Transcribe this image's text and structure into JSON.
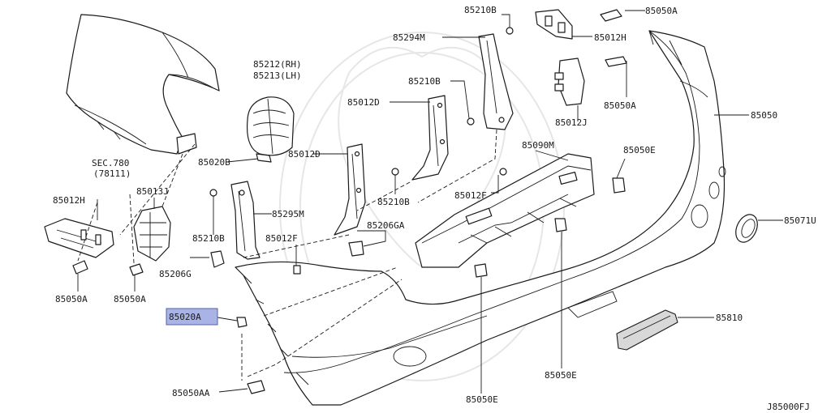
{
  "diagram_code": "J85000FJ",
  "highlight_color": "#aab3e6",
  "labels": {
    "l85210B_top": "85210B",
    "l85050A_top": "85050A",
    "l85294M": "85294M",
    "l85012H_top": "85012H",
    "l85212": "85212(RH)",
    "l85213": "85213(LH)",
    "l85210B_mid": "85210B",
    "l85050A_r": "85050A",
    "l85012D_a": "85012D",
    "l85012J": "85012J",
    "l85050": "85050",
    "l85012D_b": "85012D",
    "l85090M": "85090M",
    "l85050E_top": "85050E",
    "sec780": "SEC.780",
    "sec78111": "(78111)",
    "l85020B": "85020B",
    "l85210B_low": "85210B",
    "l85012F_r": "85012F",
    "l85012H_left": "85012H",
    "l85013J": "85013J",
    "l85295M": "85295M",
    "l85206GA": "85206GA",
    "l85071U": "85071U",
    "l85210B_left": "85210B",
    "l85012F_c": "85012F",
    "l85206G": "85206G",
    "l85050A_l1": "85050A",
    "l85050A_l2": "85050A",
    "l85020A": "85020A",
    "l85810": "85810",
    "l85050E_mid": "85050E",
    "l85050AA": "85050AA",
    "l85050E_bot": "85050E"
  }
}
